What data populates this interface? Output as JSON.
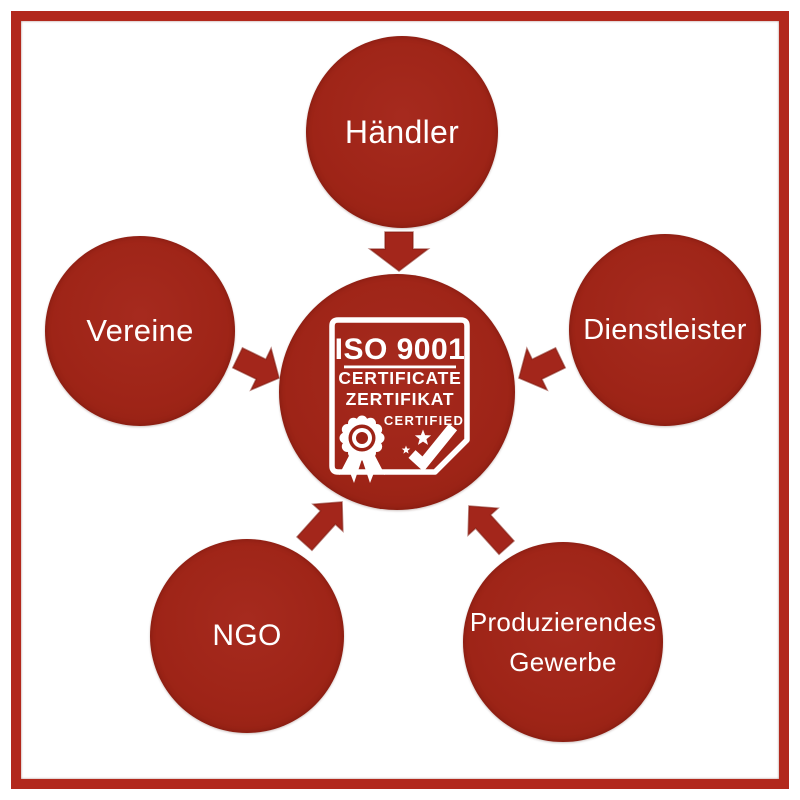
{
  "frame": {
    "color": "#b2281c"
  },
  "colors": {
    "node_red": "#9e2417",
    "frame_red": "#b2281c",
    "arrow_red": "#a3261b",
    "label_white": "#ffffff"
  },
  "center_badge": {
    "iso_label": "ISO 9001",
    "certificate_label": "CERTIFICATE",
    "zertifikat_label": "ZERTIFIKAT",
    "certified_label": "CERTIFIED"
  },
  "nodes": [
    {
      "id": "haendler",
      "label": "Händler"
    },
    {
      "id": "vereine",
      "label": "Vereine"
    },
    {
      "id": "dienstleister",
      "label": "Dienstleister"
    },
    {
      "id": "ngo",
      "label": "NGO"
    },
    {
      "id": "produzierendes-gewerbe",
      "label": "Produzierendes Gewerbe",
      "label_line1": "Produzierendes",
      "label_line2": "Gewerbe"
    }
  ],
  "icons": {
    "center": "iso-9001-certificate-icon",
    "medal": "rosette-medal-icon",
    "check": "checkmark-icon",
    "star": "star-icon",
    "arrow": "block-arrow-icon"
  }
}
